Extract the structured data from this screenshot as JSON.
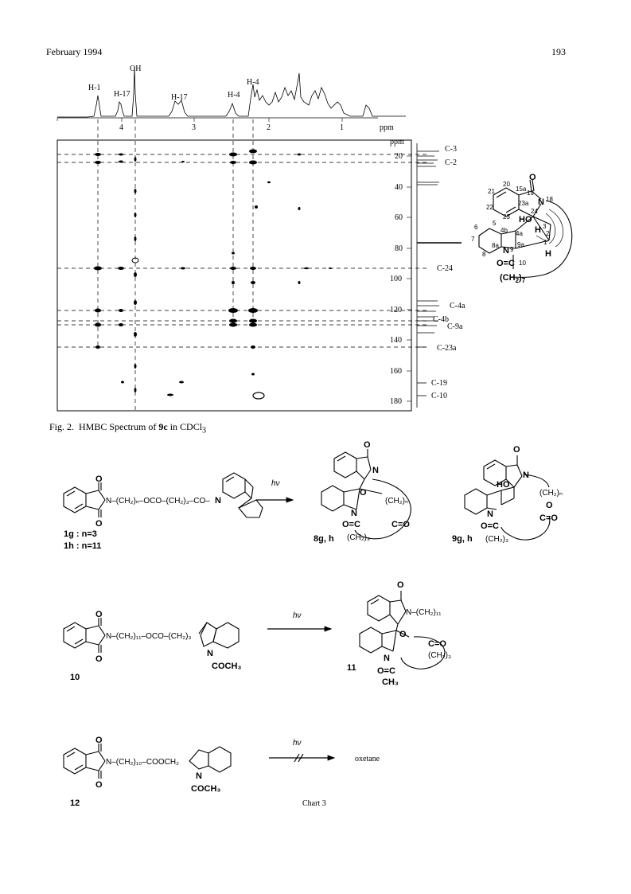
{
  "header": {
    "left": "February 1994",
    "right": "193"
  },
  "figure": {
    "caption_prefix": "Fig. 2.",
    "caption_text": "HMBC Spectrum of",
    "caption_compound": "9c",
    "caption_solvent": "in CDCl",
    "caption_sub": "3",
    "proton_peak_labels": [
      "H-1",
      "H-17",
      "OH",
      "H-17",
      "H-4",
      "H-4"
    ],
    "ppm_unit": "ppm",
    "x_ticks": [
      "4",
      "3",
      "2",
      "1"
    ],
    "y_ticks": [
      "20",
      "40",
      "60",
      "80",
      "100",
      "120",
      "140",
      "160",
      "180"
    ],
    "carbon_labels": [
      "C-3",
      "C-2",
      "C-24",
      "C-4a",
      "C-4b",
      "C-9a",
      "C-23a",
      "C-19",
      "C-10"
    ],
    "molecule": {
      "numbers": [
        "20",
        "21",
        "22",
        "23",
        "19",
        "15a",
        "23a",
        "24",
        "6",
        "5",
        "7",
        "8",
        "8a",
        "4b",
        "4a",
        "3",
        "2",
        "1",
        "9a",
        "10"
      ],
      "atoms": [
        "O",
        "N",
        "18",
        "HO",
        "H",
        "N",
        "9",
        "O=C",
        "(CH",
        "2",
        ")",
        "7",
        "H"
      ]
    }
  },
  "scheme": {
    "hv": "hν",
    "row1": {
      "reactant_chain": "N–(CH₂)ₙ–OCO–(CH₂)₃–CO–",
      "reactant_n": "N",
      "label1": "1g : n=3",
      "label2": "1h : n=11",
      "product1_label": "8g, h",
      "product2_label": "9g, h",
      "p1_chain": "(CH₂)ₙ",
      "p1_acyl": "O=C",
      "p1_acyl_chain": "(CH₂)₃",
      "p1_ester": "C=O",
      "p2_chain": "(CH₂)ₙ",
      "p2_ho": "HO",
      "p2_acyl": "O=C",
      "p2_acyl_chain": "(CH₂)₃",
      "p2_ester": "C=O",
      "atom_o": "O",
      "atom_n": "N"
    },
    "row2": {
      "reactant_chain": "N–(CH₂)₁₁–OCO–(CH₂)₃",
      "reactant_acyl": "COCH₃",
      "label": "10",
      "product_label": "11",
      "p_chain": "N–(CH₂)₁₁",
      "p_ester": "C=O",
      "p_chain2": "(CH₂)₃",
      "p_acyl": "O=C",
      "p_acyl2": "CH₃"
    },
    "row3": {
      "reactant_chain": "N–(CH₂)₁₀–COOCH₂",
      "reactant_acyl": "COCH₃",
      "label": "12",
      "product": "oxetane"
    },
    "chart_label": "Chart 3"
  }
}
